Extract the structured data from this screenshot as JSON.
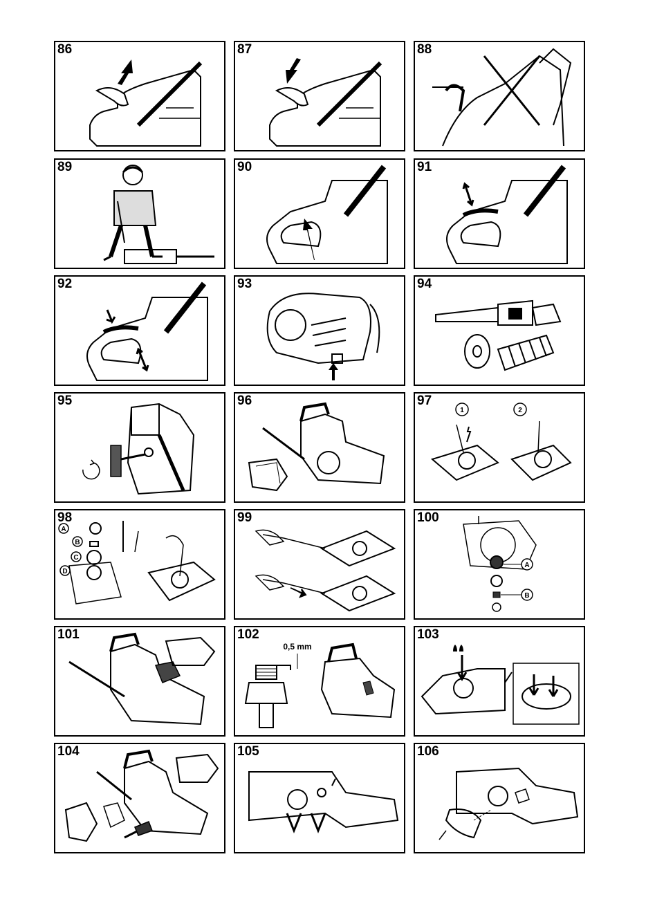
{
  "figures": [
    {
      "number": "86"
    },
    {
      "number": "87"
    },
    {
      "number": "88"
    },
    {
      "number": "89"
    },
    {
      "number": "90"
    },
    {
      "number": "91"
    },
    {
      "number": "92"
    },
    {
      "number": "93"
    },
    {
      "number": "94"
    },
    {
      "number": "95"
    },
    {
      "number": "96"
    },
    {
      "number": "97"
    },
    {
      "number": "98"
    },
    {
      "number": "99"
    },
    {
      "number": "100"
    },
    {
      "number": "101"
    },
    {
      "number": "102"
    },
    {
      "number": "103"
    },
    {
      "number": "104"
    },
    {
      "number": "105"
    },
    {
      "number": "106"
    }
  ],
  "callouts": {
    "fig97_step1": "1",
    "fig97_step2": "2",
    "fig98_a": "A",
    "fig98_b": "B",
    "fig98_c": "C",
    "fig98_d": "D",
    "fig100_a": "A",
    "fig100_b": "B",
    "fig102_gap": "0,5 mm"
  }
}
